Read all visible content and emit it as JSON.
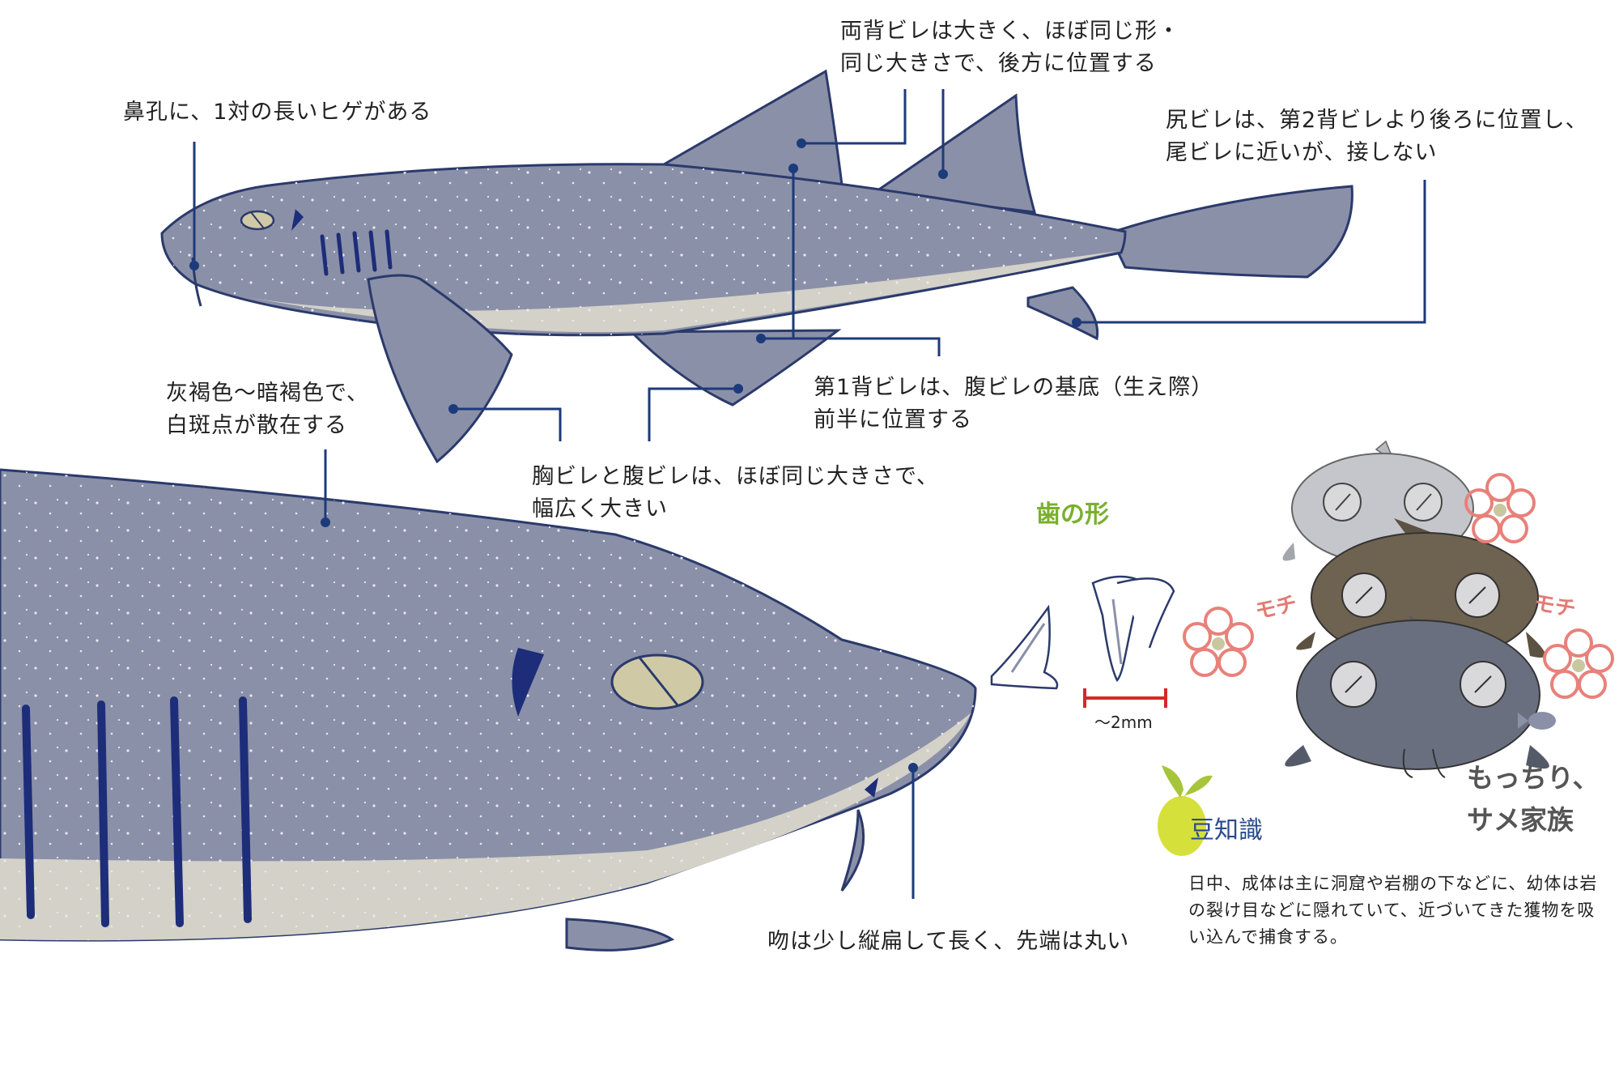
{
  "labels": {
    "barbels": "鼻孔に、1対の長いヒゲがある",
    "dorsal_fins_1": "両背ビレは大きく、ほぼ同じ形・",
    "dorsal_fins_2": "同じ大きさで、後方に位置する",
    "anal_fin_1": "尻ビレは、第2背ビレより後ろに位置し、",
    "anal_fin_2": "尾ビレに近いが、接しない",
    "color_1": "灰褐色〜暗褐色で、",
    "color_2": "白斑点が散在する",
    "first_dorsal_1": "第1背ビレは、腹ビレの基底（生え際）",
    "first_dorsal_2": "前半に位置する",
    "pectoral_1": "胸ビレと腹ビレは、ほぼ同じ大きさで、",
    "pectoral_2": "幅広く大きい",
    "snout": "吻は少し縦扁して長く、先端は丸い"
  },
  "teeth": {
    "title": "歯の形",
    "scale": "〜2mm"
  },
  "trivia": {
    "title": "豆知識",
    "body": "日中、成体は主に洞窟や岩棚の下などに、幼体は岩の裂け目などに隠れていて、近づいてきた獲物を吸い込んで捕食する。"
  },
  "family": {
    "line1": "もっちり、",
    "line2": "サメ家族",
    "sfx": "モチ"
  },
  "colors": {
    "body": "#8a90a8",
    "belly": "#d3d1c8",
    "outline": "#2b3a6b",
    "pointer": "#1d3a7a",
    "teeth_accent": "#7ab02e",
    "scale_bar": "#d62828",
    "flower": "#e8817a",
    "brown_shark": "#6e6250"
  }
}
